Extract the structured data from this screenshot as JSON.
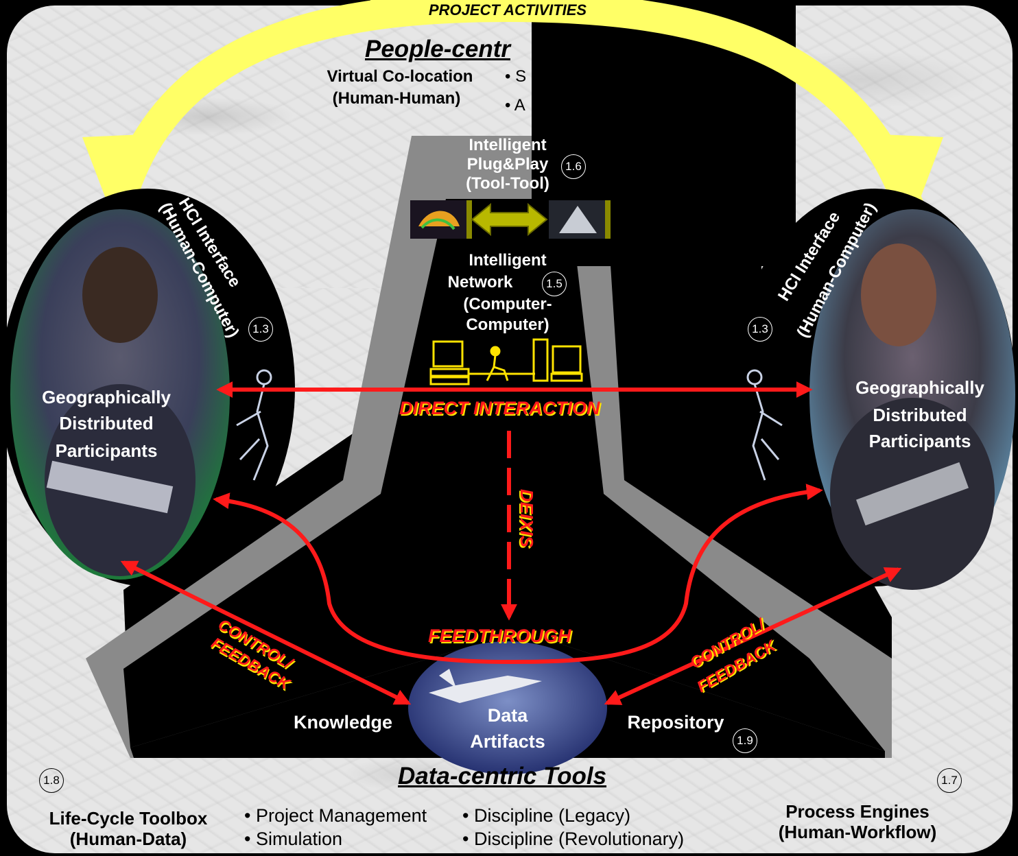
{
  "top_banner": "PROJECT ACTIVITIES",
  "people": {
    "title_visible": "People-centr",
    "co_location_title": "Virtual Co-location",
    "co_location_sub": "(Human-Human)",
    "bullet1_visible": "S",
    "bullet2_visible": "A"
  },
  "plugplay": {
    "line1": "Intelligent",
    "line2": "Plug&Play",
    "line3": "(Tool-Tool)",
    "num": "1.6"
  },
  "network": {
    "line1": "Intelligent",
    "line2": "Network",
    "line3": "(Computer-",
    "line4": "Computer)",
    "num": "1.5"
  },
  "hci_left": {
    "line1": "HCI Interface",
    "line2": "(Human-Computer)",
    "num": "1.3"
  },
  "hci_right": {
    "line1": "HCI Interface",
    "line2": "(Human-Computer)",
    "num": "1.3"
  },
  "participants_left": {
    "line1": "Geographically",
    "line2": "Distributed",
    "line3": "Participants"
  },
  "participants_right": {
    "line1": "Geographically",
    "line2": "Distributed",
    "line3": "Participants"
  },
  "labels": {
    "direct": "DIRECT INTERACTION",
    "deixis": "DEIXIS",
    "feedthrough": "FEEDTHROUGH",
    "control_left_1": "CONTROL/",
    "control_left_2": "FEEDBACK",
    "control_right_1": "CONTROL/",
    "control_right_2": "FEEDBACK"
  },
  "repository": {
    "knowledge": "Knowledge",
    "data1": "Data",
    "data2": "Artifacts",
    "repository": "Repository",
    "num": "1.9"
  },
  "data_tools": {
    "title": "Data-centric Tools",
    "num_left": "1.8",
    "num_right": "1.7",
    "toolbox_1": "Life-Cycle Toolbox",
    "toolbox_2": "(Human-Data)",
    "process_1": "Process Engines",
    "process_2": "(Human-Workflow)",
    "bullets_col1": [
      "Project Management",
      "Simulation"
    ],
    "bullets_col2": [
      "Discipline (Legacy)",
      "Discipline (Revolutionary)"
    ]
  },
  "colors": {
    "arrow_red": "#ff1a1a",
    "banner_yellow": "#ffff66",
    "frame_gray": "#888888"
  }
}
